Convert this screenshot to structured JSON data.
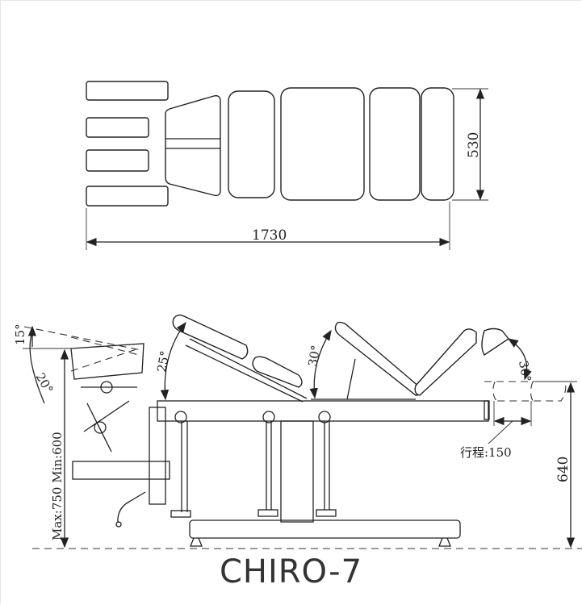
{
  "top_view": {
    "width_label": "530",
    "length_label": "1730"
  },
  "side_view": {
    "head_up_angle": "15°",
    "head_down_angle": "20°",
    "chest_angle": "25°",
    "lumbar_angle": "30°",
    "leg_angle": "30°",
    "height_range_label": "Max:750  Min:600",
    "stroke_label": "行程:150",
    "height_label": "640"
  },
  "model_name": "CHIRO-7"
}
